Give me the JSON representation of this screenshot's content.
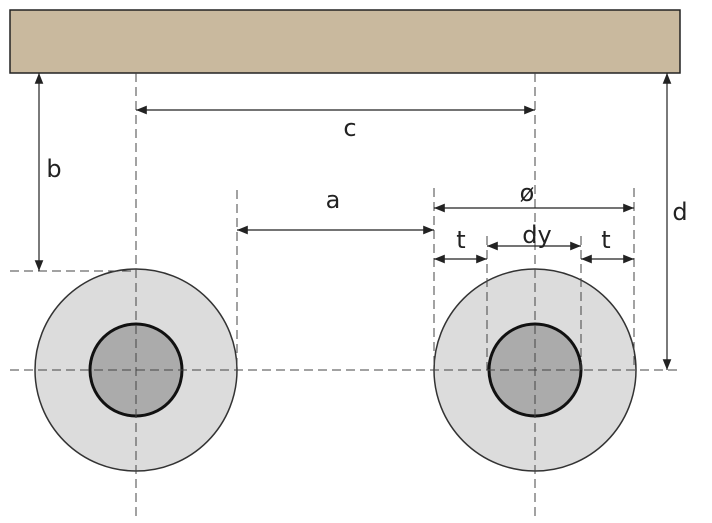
{
  "labels": {
    "a": "a",
    "b": "b",
    "c": "c",
    "d": "d",
    "diameter": "ø",
    "dy": "dy",
    "t_left": "t",
    "t_right": "t"
  },
  "colors": {
    "beam": "#c9b99e",
    "outer_circle": "#dcdcdc",
    "inner_circle": "#ababab",
    "stroke": "#222222"
  }
}
